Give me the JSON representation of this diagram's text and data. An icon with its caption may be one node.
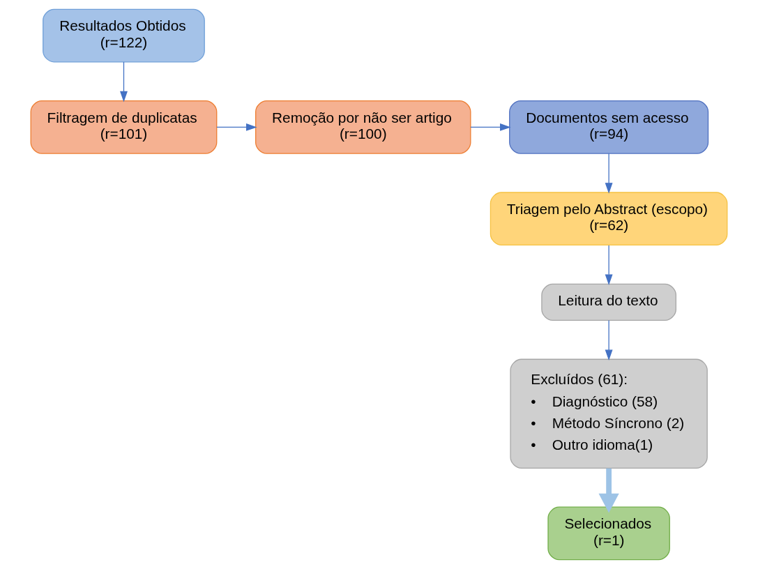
{
  "diagram": {
    "nodes": [
      {
        "text": [
          "Resultados Obtidos",
          "(r=122)"
        ]
      },
      {
        "text": [
          "Filtragem de duplicatas",
          "(r=101)"
        ]
      },
      {
        "text": [
          "Remoção por não ser artigo",
          "(r=100)"
        ]
      },
      {
        "text": [
          "Documentos sem acesso",
          "(r=94)"
        ]
      },
      {
        "text": [
          "Triagem pelo Abstract (escopo)",
          "(r=62)"
        ]
      },
      {
        "text": [
          "Leitura do texto"
        ]
      },
      {
        "text": [
          "Excluídos (61):",
          "•    Diagnóstico (58)",
          "•    Método Síncrono (2)",
          "•    Outro idioma(1)"
        ]
      },
      {
        "text": [
          "Selecionados",
          "(r=1)"
        ]
      }
    ],
    "edges": [
      {
        "from": 0,
        "to": 1,
        "arrow": "to"
      },
      {
        "from": 1,
        "to": 2,
        "arrow": "to"
      },
      {
        "from": 2,
        "to": 3,
        "arrow": "to"
      },
      {
        "from": 3,
        "to": 4,
        "arrow": "to"
      },
      {
        "from": 4,
        "to": 5,
        "arrow": "to"
      },
      {
        "from": 5,
        "to": 6,
        "arrow": "to"
      },
      {
        "from": 6,
        "to": 7,
        "arrow": "to",
        "style": "thick",
        "color": "#9dc3e6"
      }
    ]
  }
}
